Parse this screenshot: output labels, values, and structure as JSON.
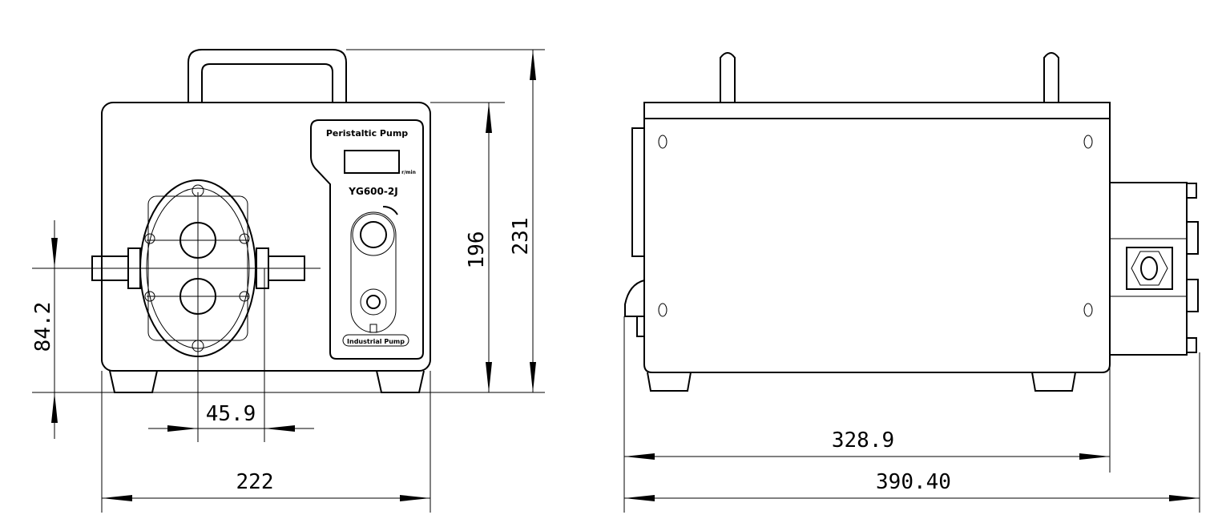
{
  "panel": {
    "title": "Peristaltic Pump",
    "unit": "r/min",
    "model": "YG600-2J",
    "footer": "Industrial Pump"
  },
  "dimensions": {
    "front_width": "222",
    "front_height_body": "196",
    "front_height_total": "231",
    "port_height": "84.2",
    "port_spacing": "45.9",
    "side_body_length": "328.9",
    "side_total_length": "390.40"
  }
}
